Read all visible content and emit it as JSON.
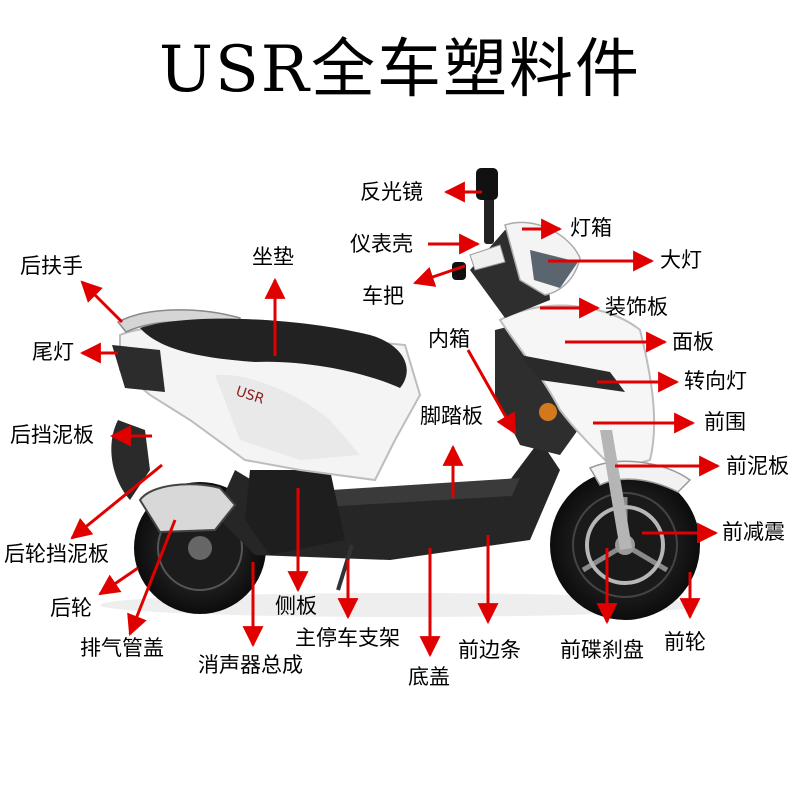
{
  "title": "USR全车塑料件",
  "accent_color": "#e00000",
  "vehicle_model_badge": "USR",
  "labels": {
    "fanguangjing": "反光镜",
    "dengxiang": "灯箱",
    "yibiaoke": "仪表壳",
    "dadeng": "大灯",
    "houfushou": "后扶手",
    "zuodian": "坐垫",
    "cheba": "车把",
    "zhuangshiban": "装饰板",
    "neixiang": "内箱",
    "mianban": "面板",
    "weideng": "尾灯",
    "zhuanxiangdeng": "转向灯",
    "jiaotaban": "脚踏板",
    "qianwei": "前围",
    "houdangniban": "后挡泥板",
    "qianniban": "前泥板",
    "houlundangniban": "后轮挡泥板",
    "qianjianzhen": "前减震",
    "houlun": "后轮",
    "ceban": "侧板",
    "paiqiguangai": "排气管盖",
    "zhutingchezhijia": "主停车支架",
    "xiaoshengqi": "消声器总成",
    "qianbiantiao": "前边条",
    "qiandiesha": "前碟刹盘",
    "qianlun": "前轮",
    "digai": "底盖"
  }
}
